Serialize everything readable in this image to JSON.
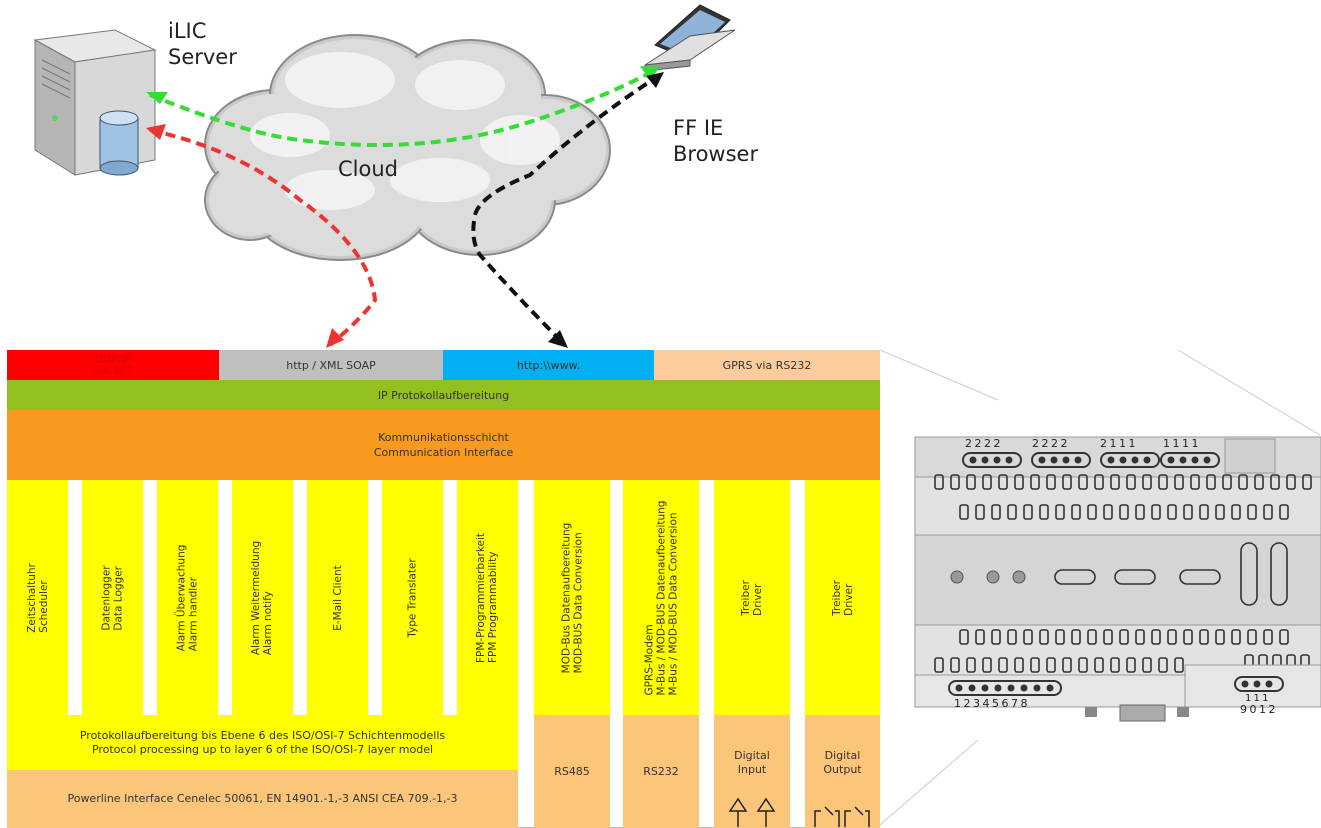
{
  "top": {
    "server_label": "iLIC\nServer",
    "browser_label": "FF IE\nBrowser",
    "cloud_label": "Cloud"
  },
  "protocols": {
    "udp": "UDP/IP\nEIA 852",
    "http_xml": "http / XML SOAP",
    "http_www": "http:\\\\www.",
    "gprs": "GPRS via RS232"
  },
  "ip_layer": "IP Protokollaufbereitung",
  "comm_layer": "Kommunikationsschicht\nCommunication Interface",
  "modules": [
    "Zeitschaltuhr\nScheduler",
    "Datenlogger\nData Logger",
    "Alarm Überwachung\nAlarm handler",
    "Alarm Weitermeldung\nAlarm notify",
    "E-Mail Client",
    "Type Translater",
    "FPM-Programmierbarkeit\nFPM Programmability",
    "MOD-Bus Datenaufbereitung\nMOD-BUS Data Conversion",
    "GPRS-Modem\nM-Bus / MOD-BUS Datenaufbereitung\nM-Bus / MOD-BUS Data Conversion",
    "Treiber\nDriver",
    "Treiber\nDriver"
  ],
  "protocol_processing": "Protokollaufbereitung bis Ebene 6 des ISO/OSI-7 Schichtenmodells\nProtocol processing up to layer 6 of the ISO/OSI-7 layer model",
  "powerline": "Powerline Interface Cenelec 50061, EN 14901.-1,-3 ANSI CEA 709.-1,-3",
  "bottom_cells": {
    "rs485": "RS485",
    "rs232": "RS232",
    "digital_input": "Digital\nInput",
    "digital_output": "Digital\nOutput"
  },
  "device": {
    "top_numbers": [
      "2 2 2 2",
      "2 2 2 2",
      "2 1 1 1",
      "1 1 1 1"
    ],
    "bottom_left_numbers": "1 2 3 4 5 6 7 8",
    "bottom_right_numbers": "9 0 1 2",
    "bottom_right_prefix": "1 1 1"
  },
  "colors": {
    "red": "#ff0000",
    "grey": "#bfbfbf",
    "cyan": "#00b0f0",
    "peach": "#fbcc9c",
    "green": "#92c11f",
    "orange": "#f79a1e",
    "yellow": "#ffff00",
    "light_orange": "#fbc67a"
  }
}
